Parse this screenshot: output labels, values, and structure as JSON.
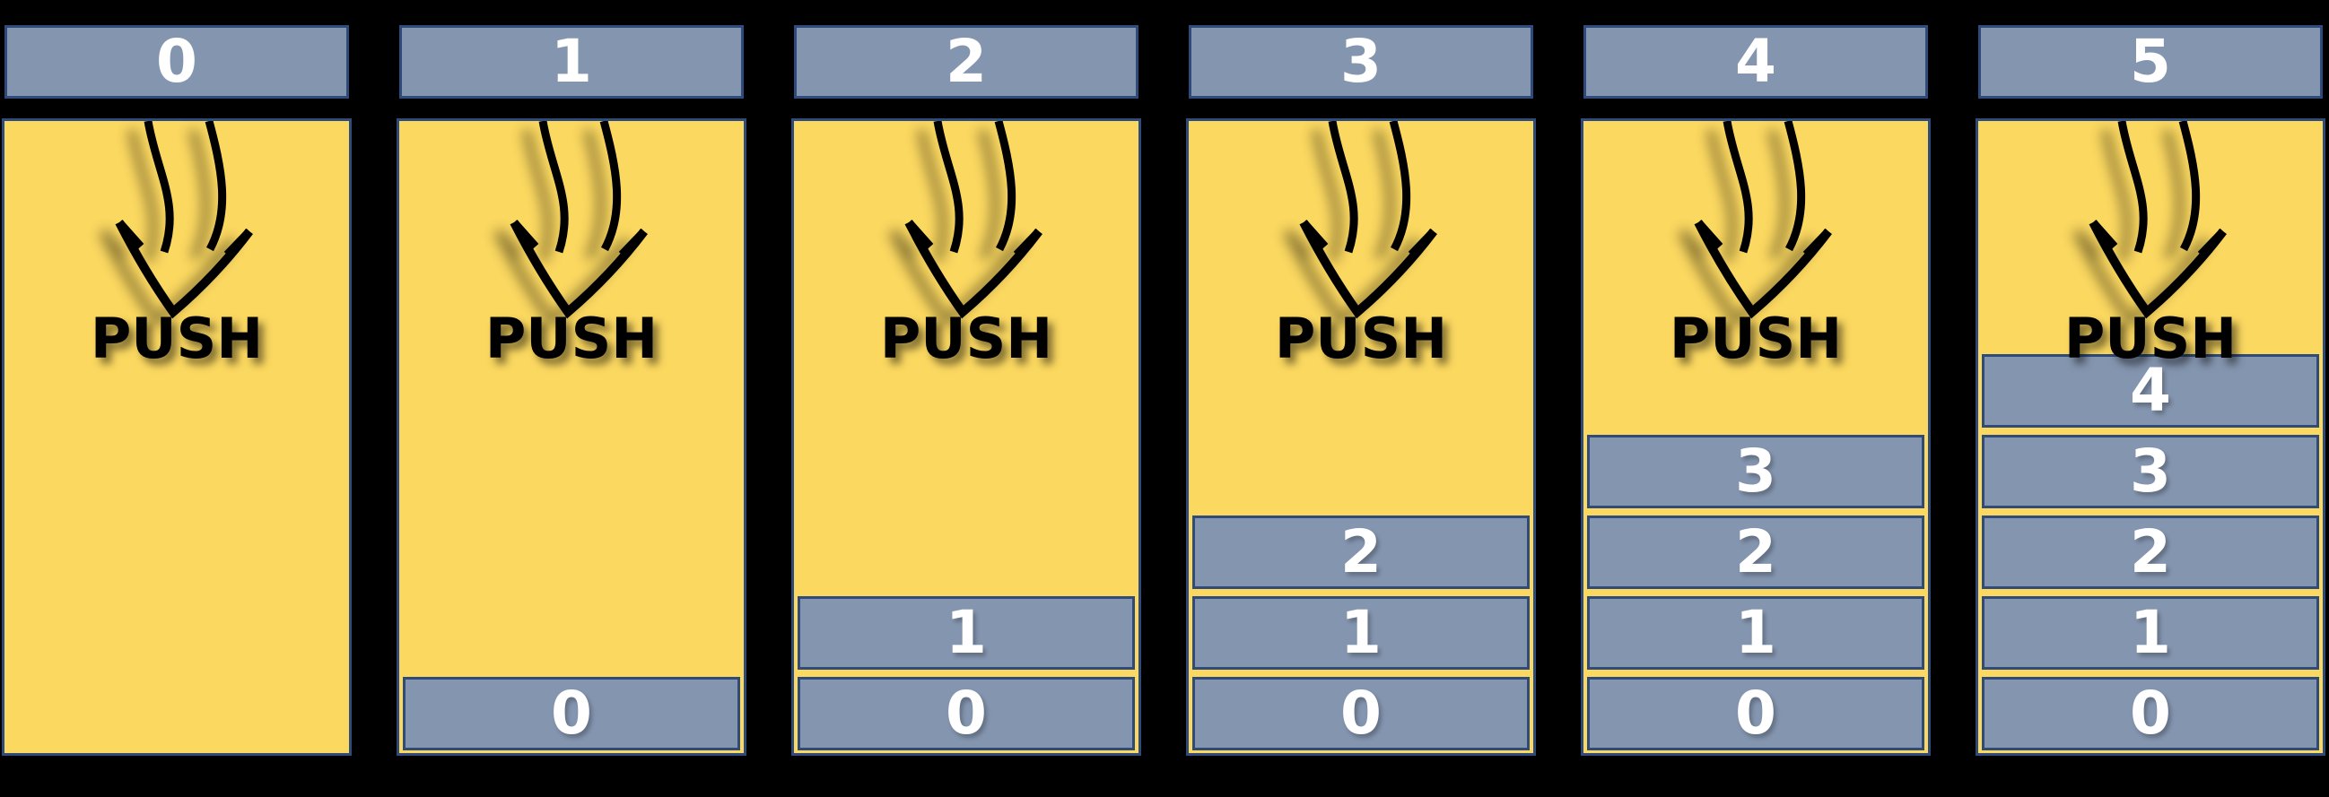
{
  "diagram": {
    "kind": "stack-push-steps",
    "push_label": "PUSH",
    "icons": {
      "push_arrow": "curved-down-arrow"
    },
    "panels": [
      {
        "index_label": "0",
        "stack": []
      },
      {
        "index_label": "1",
        "stack": [
          "0"
        ]
      },
      {
        "index_label": "2",
        "stack": [
          "1",
          "0"
        ]
      },
      {
        "index_label": "3",
        "stack": [
          "2",
          "1",
          "0"
        ]
      },
      {
        "index_label": "4",
        "stack": [
          "3",
          "2",
          "1",
          "0"
        ]
      },
      {
        "index_label": "5",
        "stack": [
          "4",
          "3",
          "2",
          "1",
          "0"
        ]
      }
    ]
  },
  "colors": {
    "background": "#000000",
    "panel_fill": "#FBD860",
    "box_fill": "#8495AF",
    "border": "#2E4B7C",
    "number_text": "#FFFFFF",
    "push_text": "#000000"
  }
}
